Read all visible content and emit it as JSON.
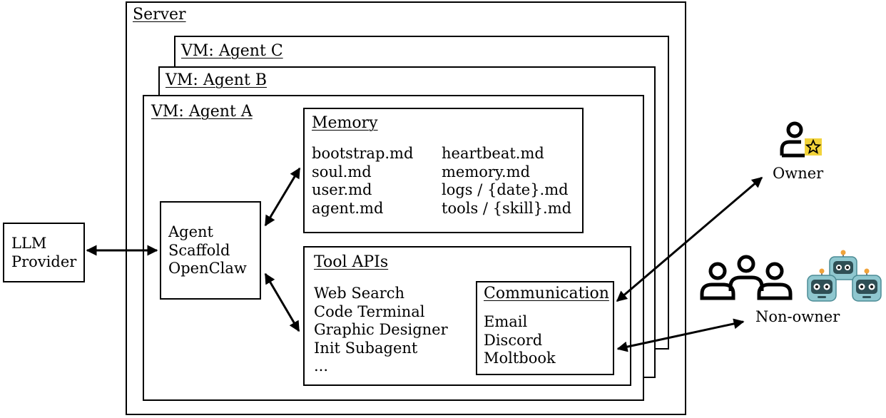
{
  "server": {
    "title": "Server"
  },
  "vms": {
    "agent_c": "VM: Agent C",
    "agent_b": "VM: Agent B",
    "agent_a": "VM: Agent A"
  },
  "memory": {
    "title": "Memory",
    "col1": [
      "bootstrap.md",
      "soul.md",
      "user.md",
      "agent.md"
    ],
    "col2": [
      "heartbeat.md",
      "memory.md",
      "logs / {date}.md",
      "tools / {skill}.md"
    ]
  },
  "scaffold": {
    "lines": [
      "Agent",
      "Scaffold",
      "OpenClaw"
    ]
  },
  "tools": {
    "title": "Tool APIs",
    "items": [
      "Web Search",
      "Code Terminal",
      "Graphic Designer",
      "Init Subagent",
      "..."
    ]
  },
  "communication": {
    "title": "Communication",
    "items": [
      "Email",
      "Discord",
      "Moltbook"
    ]
  },
  "llm": {
    "lines": [
      "LLM",
      "Provider"
    ]
  },
  "owner": {
    "label": "Owner",
    "icon": "user-star-icon"
  },
  "nonowner": {
    "label": "Non-owner",
    "icon": "people-robots-icon"
  }
}
